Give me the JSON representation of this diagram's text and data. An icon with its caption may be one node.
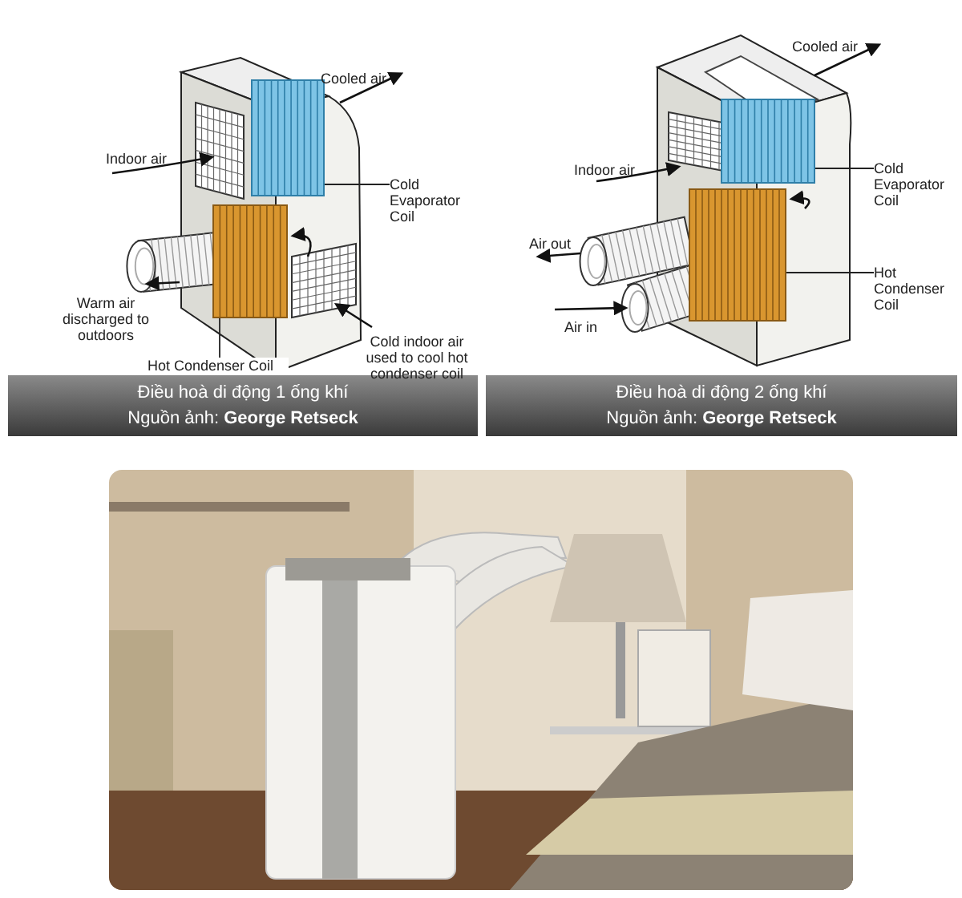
{
  "diagram": {
    "nodes": [
      {
        "text": [
          "Cold Evaporator Coil"
        ]
      },
      {
        "text": [],
        "shape": "picture"
      },
      {
        "text": [
          "Hot Condenser Coil"
        ]
      },
      {
        "text": [],
        "shape": "picture"
      },
      {
        "text": [
          "Cold Evaporator Coil"
        ]
      },
      {
        "text": [],
        "shape": "picture"
      },
      {
        "text": [
          "Hot Condenser Coil"
        ]
      },
      {
        "text": [],
        "shape": "picture"
      }
    ],
    "edges": [
      {
        "from": 0,
        "to": 1,
        "arrow": "none"
      },
      {
        "from": 2,
        "to": 3,
        "arrow": "none"
      },
      {
        "from": 4,
        "to": 5,
        "arrow": "none"
      },
      {
        "from": 6,
        "to": 7,
        "arrow": "none"
      }
    ],
    "labels": [
      "Cooled air",
      "Indoor air",
      "Warm air discharged to outdoors",
      "Cold indoor air used to cool hot condenser coil",
      "Điều hoà di động 1 ống khí",
      "Nguồn ảnh: **George Retseck**",
      "Cooled air",
      "Indoor air",
      "Air out",
      "Air in",
      "Điều hoà di động 2 ống khí",
      "Nguồn ảnh: **George Retseck**"
    ]
  }
}
